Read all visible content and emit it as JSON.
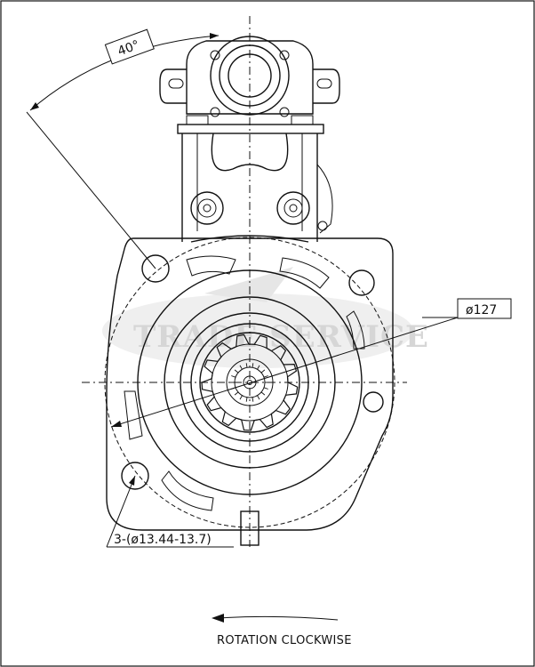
{
  "dimensions": {
    "angle_label": "40°",
    "diameter_label": "ø127",
    "holes_label": "3-(ø13.44-13.7)"
  },
  "caption": {
    "rotation_label": "ROTATION CLOCKWISE"
  },
  "watermark": {
    "text": "TRADE SERVICE"
  },
  "colors": {
    "line": "#111111",
    "watermark": "#d6d6d6",
    "background": "#ffffff"
  }
}
